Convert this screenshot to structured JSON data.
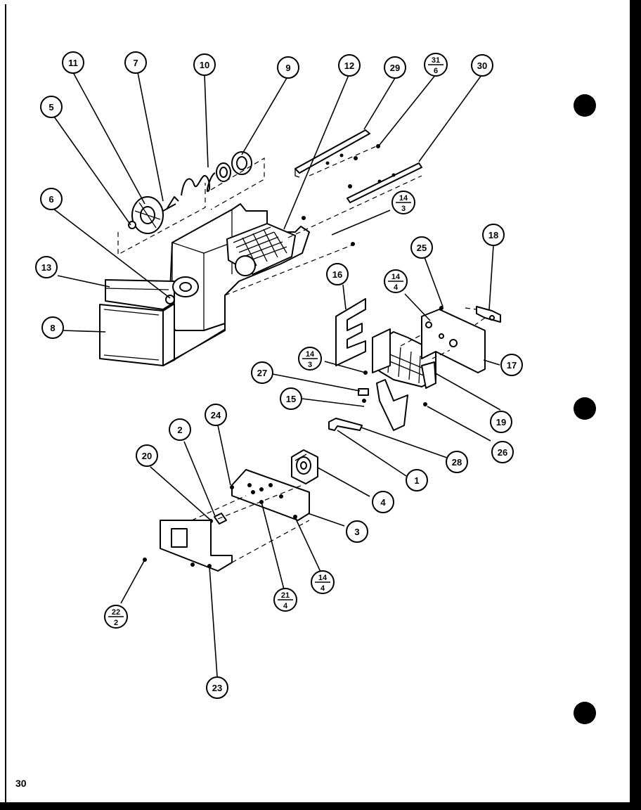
{
  "page_number": "30",
  "colors": {
    "ink": "#000000",
    "paper": "#ffffff"
  },
  "callouts": [
    {
      "id": "c-11",
      "num": "11"
    },
    {
      "id": "c-7",
      "num": "7"
    },
    {
      "id": "c-10",
      "num": "10"
    },
    {
      "id": "c-9",
      "num": "9"
    },
    {
      "id": "c-12",
      "num": "12"
    },
    {
      "id": "c-29",
      "num": "29"
    },
    {
      "id": "c-31-6",
      "num": "31",
      "den": "6"
    },
    {
      "id": "c-30",
      "num": "30"
    },
    {
      "id": "c-5",
      "num": "5"
    },
    {
      "id": "c-6",
      "num": "6"
    },
    {
      "id": "c-14-3a",
      "num": "14",
      "den": "3"
    },
    {
      "id": "c-13",
      "num": "13"
    },
    {
      "id": "c-8",
      "num": "8"
    },
    {
      "id": "c-25",
      "num": "25"
    },
    {
      "id": "c-18",
      "num": "18"
    },
    {
      "id": "c-16",
      "num": "16"
    },
    {
      "id": "c-14-4a",
      "num": "14",
      "den": "4"
    },
    {
      "id": "c-17",
      "num": "17"
    },
    {
      "id": "c-14-3b",
      "num": "14",
      "den": "3"
    },
    {
      "id": "c-27",
      "num": "27"
    },
    {
      "id": "c-15",
      "num": "15"
    },
    {
      "id": "c-19",
      "num": "19"
    },
    {
      "id": "c-26",
      "num": "26"
    },
    {
      "id": "c-28",
      "num": "28"
    },
    {
      "id": "c-1",
      "num": "1"
    },
    {
      "id": "c-24",
      "num": "24"
    },
    {
      "id": "c-2",
      "num": "2"
    },
    {
      "id": "c-20",
      "num": "20"
    },
    {
      "id": "c-4",
      "num": "4"
    },
    {
      "id": "c-3",
      "num": "3"
    },
    {
      "id": "c-14-4b",
      "num": "14",
      "den": "4"
    },
    {
      "id": "c-21-4",
      "num": "21",
      "den": "4"
    },
    {
      "id": "c-22-2",
      "num": "22",
      "den": "2"
    },
    {
      "id": "c-23",
      "num": "23"
    }
  ]
}
